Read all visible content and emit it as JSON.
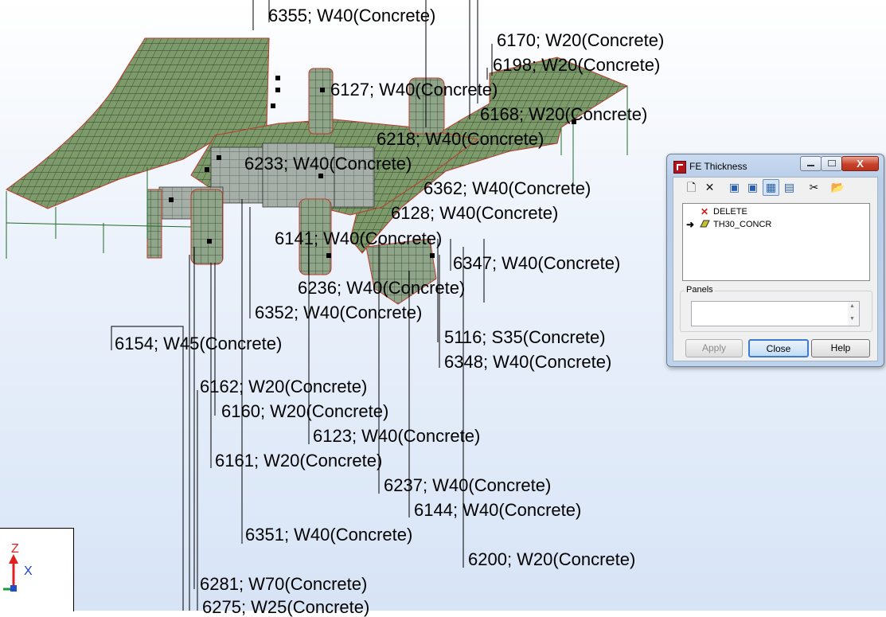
{
  "dialog": {
    "title": "FE Thickness",
    "toolbar": {
      "new": "🗋",
      "delete": "✕",
      "view1": "▣",
      "view2": "▣",
      "view3": "▦",
      "view4": "▤",
      "cut": "✂",
      "open": "📂"
    },
    "list_items": [
      {
        "icon": "red-x-icon",
        "label": "DELETE",
        "current": false
      },
      {
        "icon": "thickness-icon",
        "label": "TH30_CONCR",
        "current": true
      }
    ],
    "panels_label": "Panels",
    "panels_value": "",
    "buttons": {
      "apply": "Apply",
      "close": "Close",
      "help": "Help"
    },
    "close_symbol": "X"
  },
  "axis": {
    "z": "Z",
    "x": "X"
  },
  "labels": [
    {
      "text": "6355; W40(Concrete)"
    },
    {
      "text": "6170; W20(Concrete)"
    },
    {
      "text": "6198; W20(Concrete)"
    },
    {
      "text": "6127; W40(Concrete)"
    },
    {
      "text": "6168; W20(Concrete)"
    },
    {
      "text": "6218; W40(Concrete)"
    },
    {
      "text": "6233; W40(Concrete)"
    },
    {
      "text": "6362; W40(Concrete)"
    },
    {
      "text": "6128; W40(Concrete)"
    },
    {
      "text": "6141; W40(Concrete)"
    },
    {
      "text": "6347; W40(Concrete)"
    },
    {
      "text": "6236; W40(Concrete)"
    },
    {
      "text": "6352; W40(Concrete)"
    },
    {
      "text": "6154; W45(Concrete)"
    },
    {
      "text": "5116; S35(Concrete)"
    },
    {
      "text": "6348; W40(Concrete)"
    },
    {
      "text": "6162; W20(Concrete)"
    },
    {
      "text": "6160; W20(Concrete)"
    },
    {
      "text": "6123; W40(Concrete)"
    },
    {
      "text": "6161; W20(Concrete)"
    },
    {
      "text": "6237; W40(Concrete)"
    },
    {
      "text": "6144; W40(Concrete)"
    },
    {
      "text": "6351; W40(Concrete)"
    },
    {
      "text": "6200; W20(Concrete)"
    },
    {
      "text": "6281; W70(Concrete)"
    },
    {
      "text": "6275; W25(Concrete)"
    }
  ],
  "colors": {
    "mesh_fill": "#6f8f5e",
    "mesh_line": "#2c3b26",
    "edge_red": "#c0392b",
    "accent_blue": "#3d7bd0"
  }
}
